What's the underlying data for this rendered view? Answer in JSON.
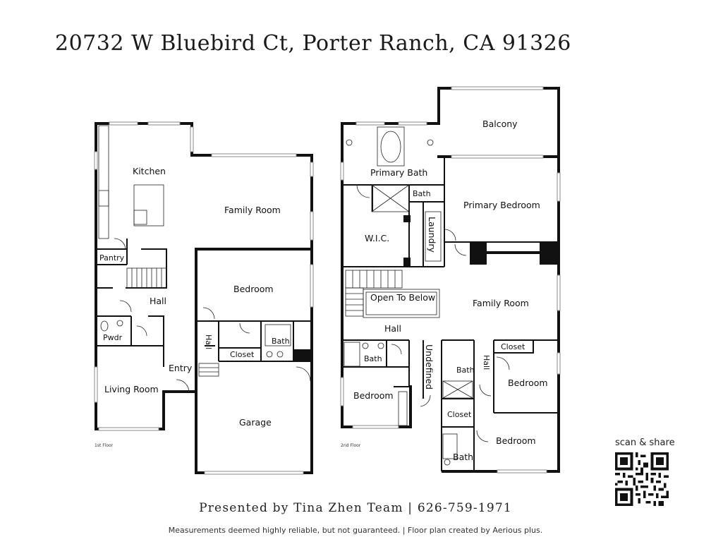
{
  "title": "20732 W Bluebird Ct, Porter Ranch, CA 91326",
  "floors": {
    "first": {
      "label": "1st Floor",
      "rooms": {
        "kitchen": "Kitchen",
        "family_room": "Family Room",
        "pantry": "Pantry",
        "bedroom": "Bedroom",
        "hall": "Hall",
        "pwdr": "Pwdr",
        "hall_vertical": "Hall",
        "closet": "Closet",
        "bath": "Bath",
        "entry": "Entry",
        "living_room": "Living Room",
        "garage": "Garage"
      }
    },
    "second": {
      "label": "2nd Floor",
      "rooms": {
        "balcony": "Balcony",
        "primary_bath": "Primary Bath",
        "bath_small": "Bath",
        "primary_bedroom": "Primary Bedroom",
        "wic": "W.I.C.",
        "laundry": "Laundry",
        "open_to_below": "Open To Below",
        "family_room": "Family Room",
        "hall": "Hall",
        "bath_left": "Bath",
        "undefined": "Undefined",
        "bath_mid": "Bath",
        "hall_vertical": "Hall",
        "closet_right": "Closet",
        "bedroom_right": "Bedroom",
        "bedroom_left": "Bedroom",
        "closet_mid": "Closet",
        "bedroom_bottom": "Bedroom",
        "bath_bottom": "Bath"
      }
    }
  },
  "footer": {
    "presented": "Presented by Tina Zhen Team | 626-759-1971",
    "disclaimer": "Measurements deemed highly reliable, but not guaranteed.  |  Floor plan created by Aerious plus."
  },
  "qr": {
    "label": "scan & share",
    "icon": "qr-code-icon"
  }
}
